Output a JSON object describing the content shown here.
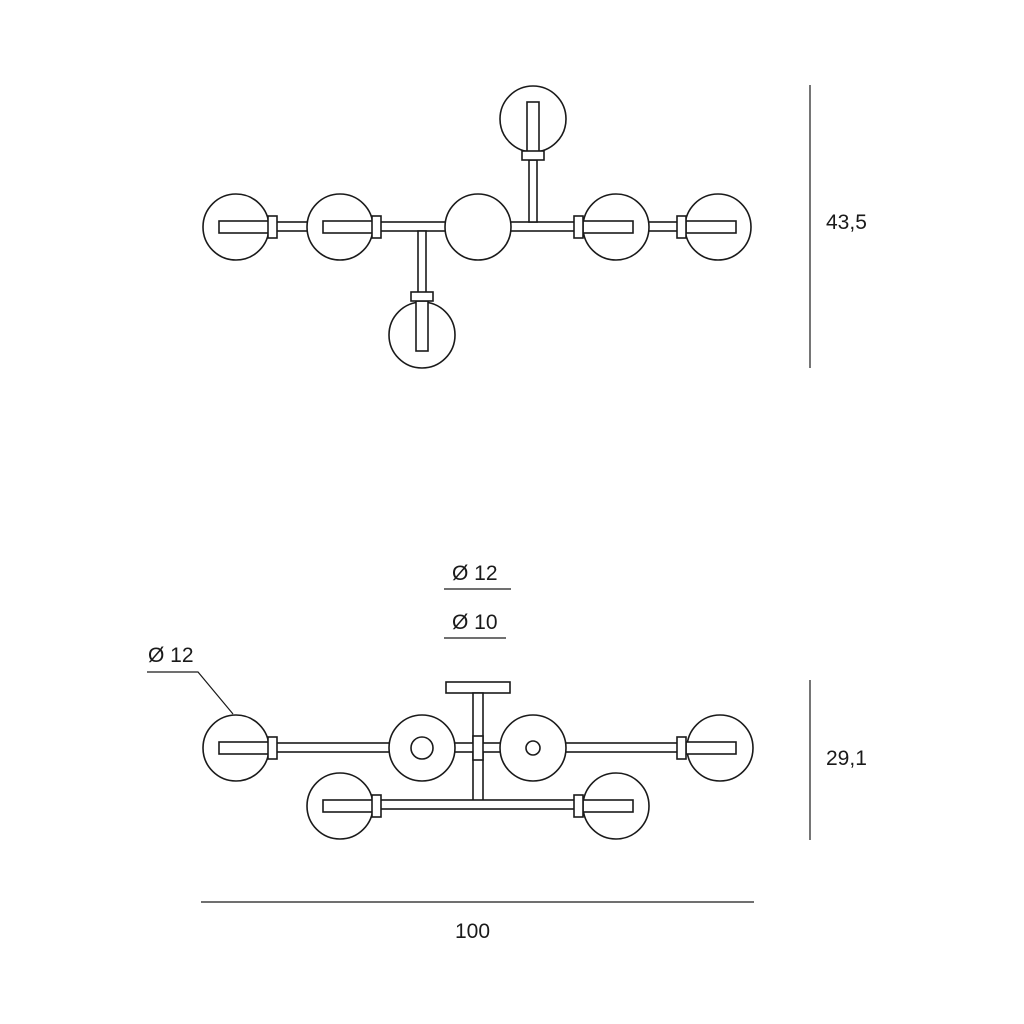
{
  "dimensions": {
    "top_height": "43,5",
    "bottom_height": "29,1",
    "total_width": "100",
    "canopy_outer_diameter": "Ø 12",
    "canopy_inner_diameter": "Ø 10",
    "globe_diameter": "Ø 12"
  },
  "colors": {
    "line": "#1a1a1a",
    "background": "#ffffff"
  }
}
